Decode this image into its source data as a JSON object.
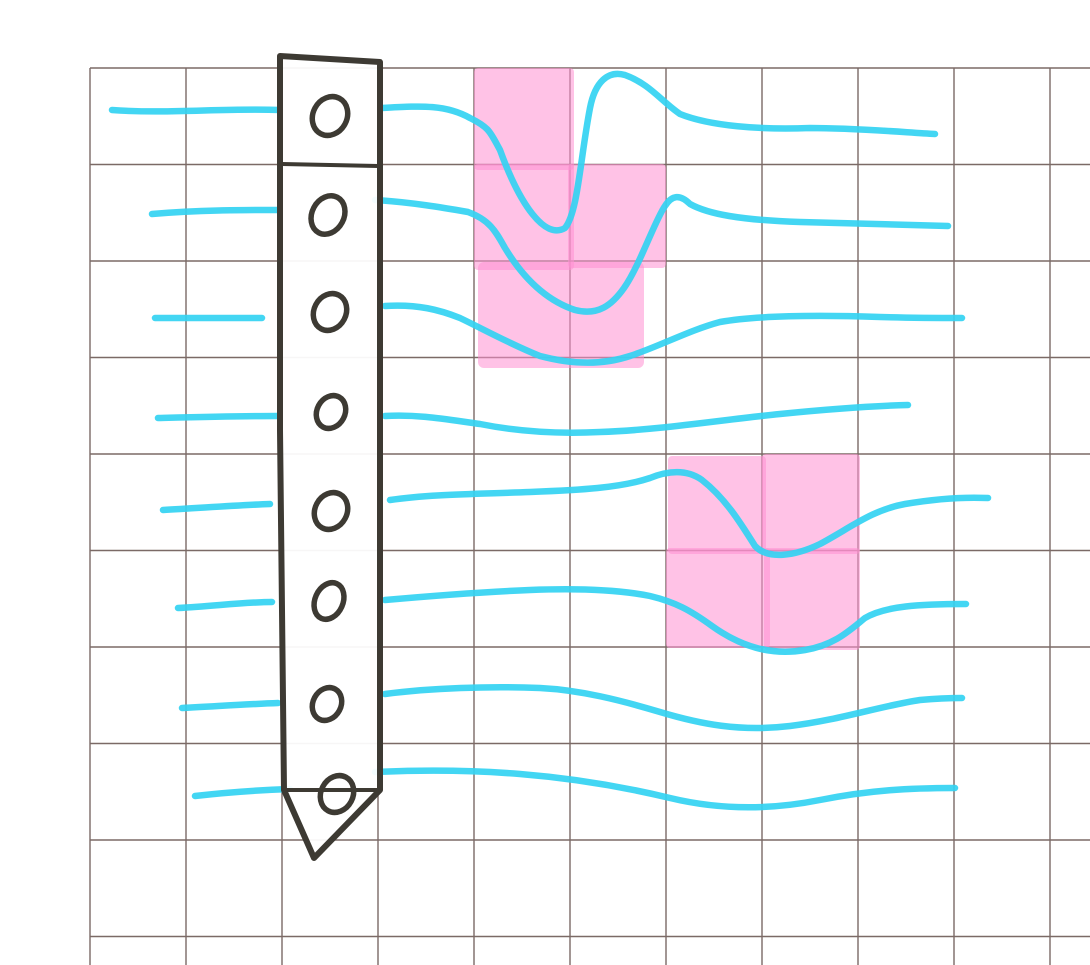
{
  "sheet": {
    "background_color": "#ffffff",
    "grid_color": "#7b6a66",
    "wave_color": "#33d2f2",
    "highlight_color": "#ff8fd2",
    "strip_color": "#3d3a33"
  },
  "grid": {
    "columns": 11,
    "rows": 10
  },
  "strip": {
    "hole_count": 8,
    "shape": "vertical strip with pointed bottom end"
  },
  "highlights": [
    {
      "name": "upper-left-highlight-cell-a"
    },
    {
      "name": "upper-left-highlight-cell-b"
    },
    {
      "name": "upper-left-highlight-cell-c"
    },
    {
      "name": "upper-left-highlight-cell-d"
    },
    {
      "name": "lower-right-highlight-cell-a"
    },
    {
      "name": "lower-right-highlight-cell-b"
    },
    {
      "name": "lower-right-highlight-cell-c"
    },
    {
      "name": "lower-right-highlight-cell-d"
    }
  ],
  "waves": {
    "count": 8,
    "style": "hand-drawn"
  }
}
